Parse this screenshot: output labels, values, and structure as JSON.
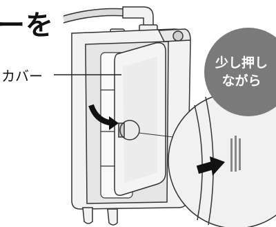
{
  "heading": "ーを",
  "cover_label": "カバー",
  "callout": {
    "line1": "少し押し",
    "line2": "ながら"
  },
  "colors": {
    "outline": "#333333",
    "body_fill": "#f2f2f2",
    "shade": "#d9d9d9",
    "callout_bg": "#7a7a7a",
    "arrow": "#222222"
  }
}
